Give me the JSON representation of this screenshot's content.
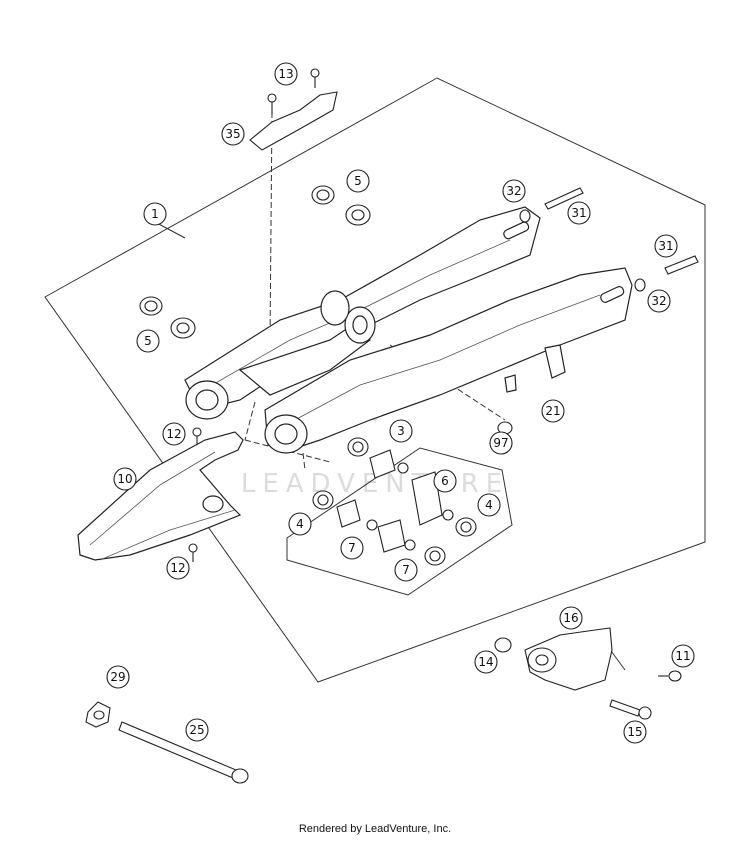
{
  "diagram": {
    "callouts": [
      {
        "id": "c13",
        "label": "13"
      },
      {
        "id": "c35",
        "label": "35"
      },
      {
        "id": "c5a",
        "label": "5"
      },
      {
        "id": "c1",
        "label": "1"
      },
      {
        "id": "c32a",
        "label": "32"
      },
      {
        "id": "c31a",
        "label": "31"
      },
      {
        "id": "c31b",
        "label": "31"
      },
      {
        "id": "c32b",
        "label": "32"
      },
      {
        "id": "c5b",
        "label": "5"
      },
      {
        "id": "c21",
        "label": "21"
      },
      {
        "id": "c12a",
        "label": "12"
      },
      {
        "id": "c97",
        "label": "97"
      },
      {
        "id": "c3",
        "label": "3"
      },
      {
        "id": "c10",
        "label": "10"
      },
      {
        "id": "c6",
        "label": "6"
      },
      {
        "id": "c4a",
        "label": "4"
      },
      {
        "id": "c4b",
        "label": "4"
      },
      {
        "id": "c7a",
        "label": "7"
      },
      {
        "id": "c7b",
        "label": "7"
      },
      {
        "id": "c12b",
        "label": "12"
      },
      {
        "id": "c16",
        "label": "16"
      },
      {
        "id": "c14",
        "label": "14"
      },
      {
        "id": "c11",
        "label": "11"
      },
      {
        "id": "c29",
        "label": "29"
      },
      {
        "id": "c25",
        "label": "25"
      },
      {
        "id": "c15",
        "label": "15"
      }
    ]
  },
  "watermark": "LEADVENTURE",
  "footer": "Rendered by LeadVenture, Inc."
}
